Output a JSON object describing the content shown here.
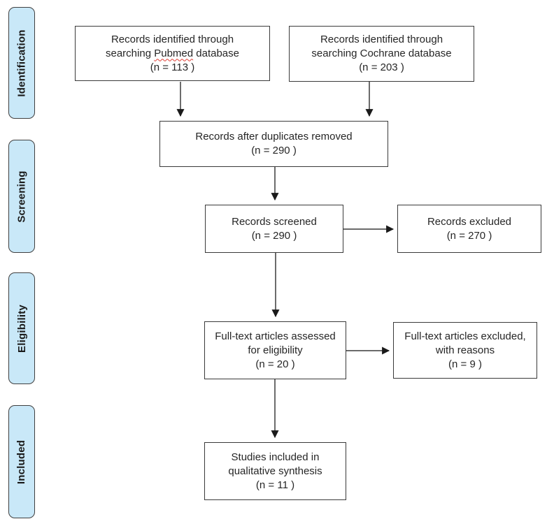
{
  "colors": {
    "stage_fill": "#c9e8f8",
    "stage_border": "#404040",
    "box_border": "#3a3a3a",
    "text": "#262626",
    "spellcheck_underline": "#e03c31",
    "background": "#ffffff"
  },
  "sidebar": {
    "stages": [
      {
        "label": "Identification"
      },
      {
        "label": "Screening"
      },
      {
        "label": "Eligibility"
      },
      {
        "label": "Included"
      }
    ]
  },
  "boxes": {
    "pubmed": {
      "line1": "Records identified through",
      "line2_before": "searching ",
      "line2_misspelled": "Pubmed",
      "line2_after": " database",
      "count": "(n = 113 )"
    },
    "cochrane": {
      "line1": "Records identified through",
      "line2": "searching Cochrane database",
      "count": "(n = 203 )"
    },
    "duplicates": {
      "line1": "Records after duplicates removed",
      "count": "(n = 290 )"
    },
    "screened": {
      "line1": "Records screened",
      "count": "(n = 290 )"
    },
    "records_excluded": {
      "line1": "Records excluded",
      "count": "(n = 270 )"
    },
    "fulltext_assessed": {
      "line1": "Full-text articles assessed",
      "line2": "for eligibility",
      "count": "(n = 20 )"
    },
    "fulltext_excluded": {
      "line1": "Full-text articles excluded,",
      "line2": "with reasons",
      "count": "(n = 9 )"
    },
    "included_studies": {
      "line1": "Studies included in",
      "line2": "qualitative synthesis",
      "count": "(n = 11 )"
    }
  }
}
